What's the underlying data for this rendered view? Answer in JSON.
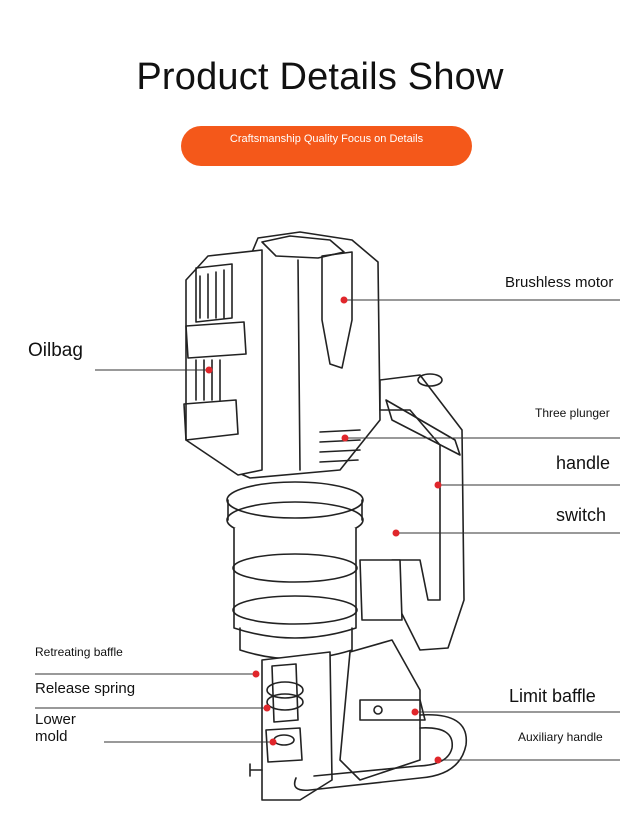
{
  "header": {
    "title": "Product Details Show",
    "subtitle": "Craftsmanship Quality Focus on Details"
  },
  "callouts": {
    "brushless_motor": "Brushless motor",
    "oilbag": "Oilbag",
    "three_plunger": "Three plunger",
    "handle": "handle",
    "switch": "switch",
    "retreating_baffle": "Retreating baffle",
    "release_spring": "Release spring",
    "lower_mold_line1": "Lower",
    "lower_mold_line2": "mold",
    "limit_baffle": "Limit baffle",
    "auxiliary_handle": "Auxiliary handle"
  },
  "colors": {
    "accent": "#f4581a",
    "marker": "#e0262b",
    "line": "#333333"
  }
}
